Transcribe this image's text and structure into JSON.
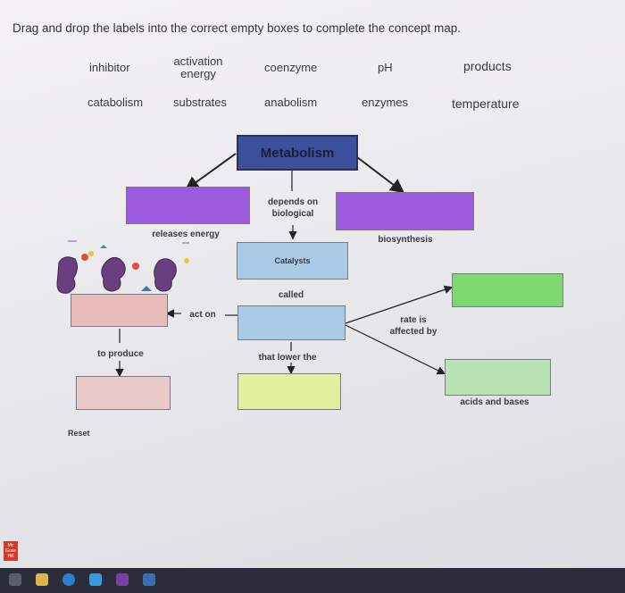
{
  "instructions": "Drag and drop the labels into the correct empty boxes to complete the concept map.",
  "labels": {
    "inhibitor": "inhibitor",
    "activation_energy": "activation energy",
    "coenzyme": "coenzyme",
    "ph": "pH",
    "products": "products",
    "catabolism": "catabolism",
    "substrates": "substrates",
    "anabolism": "anabolism",
    "enzymes": "enzymes",
    "temperature": "temperature"
  },
  "map": {
    "title": "Metabolism",
    "depends_on": "depends on biological",
    "releases_energy": "releases energy",
    "biosynthesis": "biosynthesis",
    "catalysts": "Catalysts",
    "called": "called",
    "act_on": "act on",
    "rate_affected": "rate is affected by",
    "to_produce": "to produce",
    "that_lower": "that lower the",
    "acids_bases": "acids and bases"
  },
  "reset_label": "Reset",
  "colors": {
    "title_box": "#3c4f9a",
    "purple_box": "#9b5bdc",
    "blue_box": "#a9cbe6",
    "pink_box": "#e9bcbc",
    "pink_light_box": "#ecc9c9",
    "yellow_box": "#e2ef9c",
    "green_box": "#7fd86f",
    "green_light_box": "#b9e3b4"
  }
}
